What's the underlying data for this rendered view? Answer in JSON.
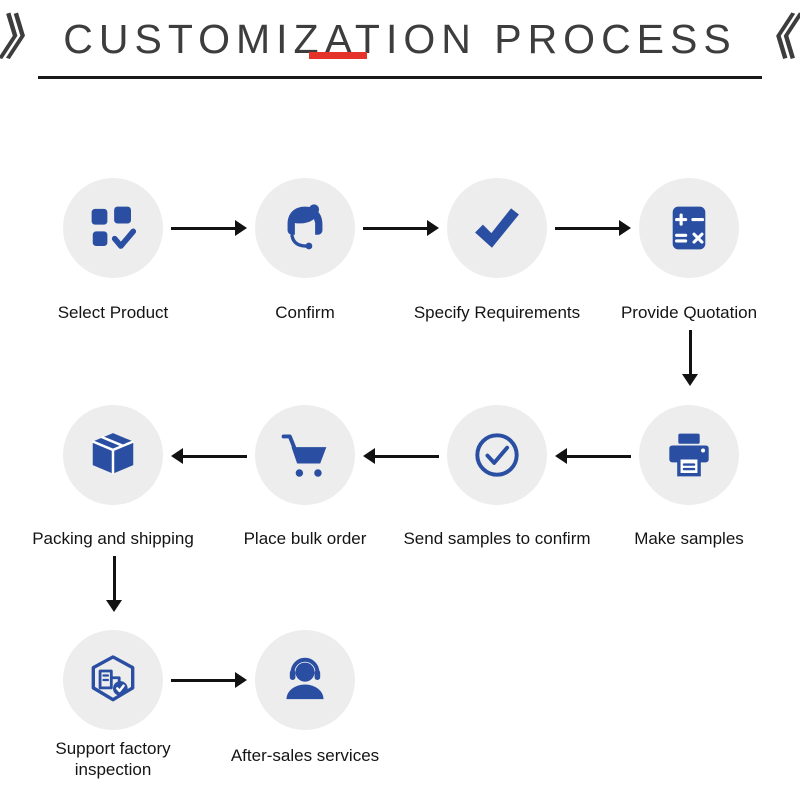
{
  "title": {
    "left_mark": "》",
    "text": "CUSTOMIZATION PROCESS",
    "right_mark": "《"
  },
  "steps": [
    {
      "label": "Select Product",
      "icon": "product-grid-check-icon"
    },
    {
      "label": "Confirm",
      "icon": "customer-service-icon"
    },
    {
      "label": "Specify Requirements",
      "icon": "bold-checkmark-icon"
    },
    {
      "label": "Provide Quotation",
      "icon": "calculator-icon"
    },
    {
      "label": "Make samples",
      "icon": "printer-icon"
    },
    {
      "label": "Send samples to confirm",
      "icon": "circle-check-icon"
    },
    {
      "label": "Place bulk order",
      "icon": "shopping-cart-icon"
    },
    {
      "label": "Packing and shipping",
      "icon": "package-box-icon"
    },
    {
      "label": "Support factory inspection",
      "icon": "factory-inspection-icon"
    },
    {
      "label": "After-sales services",
      "icon": "headset-support-icon"
    }
  ],
  "colors": {
    "icon_blue": "#2a4fa2",
    "circle_bg": "#ededed",
    "arrow_black": "#121212",
    "underline_red": "#e63329",
    "title_text": "#3d3d3d"
  }
}
